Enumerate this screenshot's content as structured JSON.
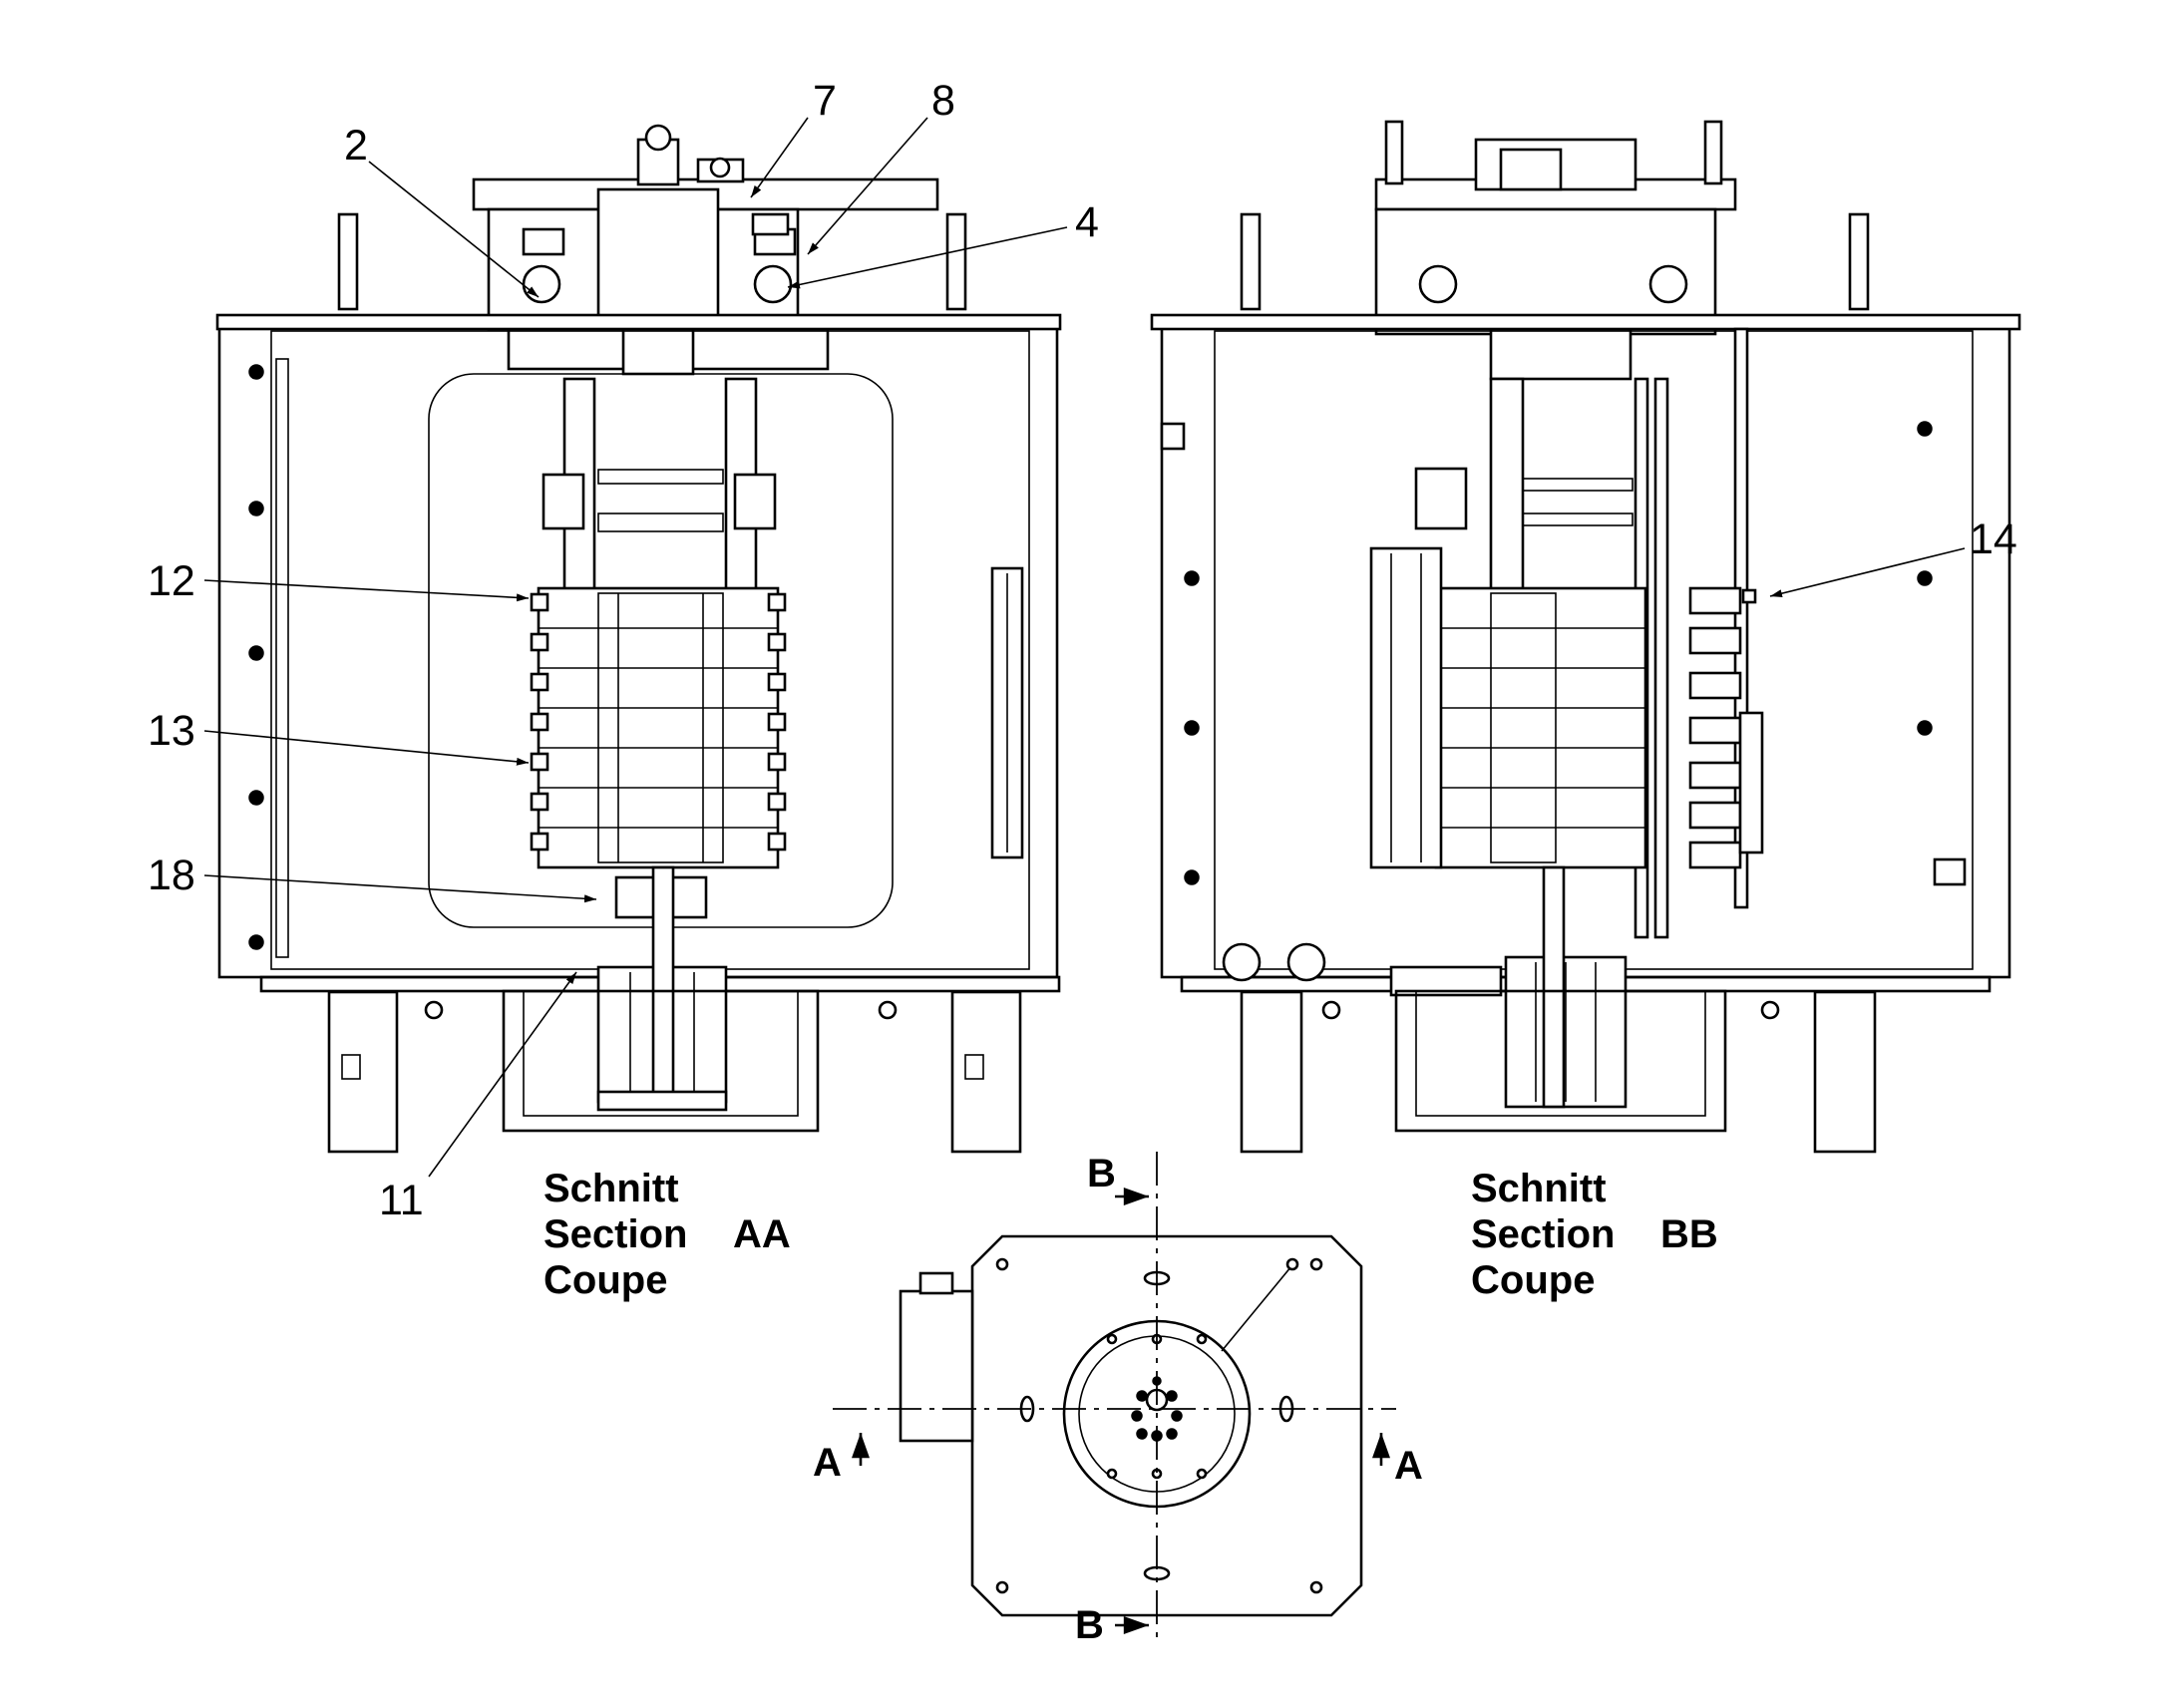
{
  "callouts": {
    "c2": "2",
    "c7": "7",
    "c8": "8",
    "c4": "4",
    "c12": "12",
    "c13": "13",
    "c18": "18",
    "c11": "11",
    "c14": "14"
  },
  "captions": {
    "section_aa": {
      "line1": "Schnitt",
      "line2": "Section",
      "line3": "Coupe",
      "tag": "AA"
    },
    "section_bb": {
      "line1": "Schnitt",
      "line2": "Section",
      "line3": "Coupe",
      "tag": "BB"
    }
  },
  "cut_marks": {
    "b_top": "B",
    "b_bottom": "B",
    "a_left": "A",
    "a_right": "A"
  }
}
